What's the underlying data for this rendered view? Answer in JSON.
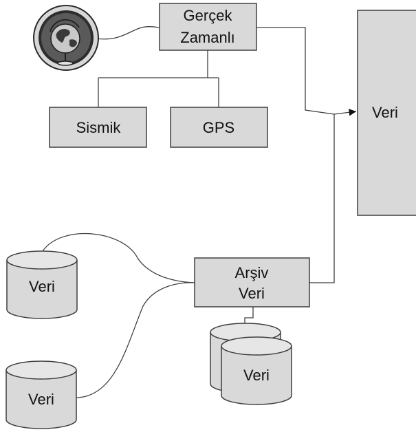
{
  "nodes": {
    "realtime": {
      "line1": "Gerçek",
      "line2": "Zamanlı"
    },
    "seismic": {
      "label": "Sismik"
    },
    "gps": {
      "label": "GPS"
    },
    "data_target": {
      "label": "Veri"
    },
    "archive": {
      "line1": "Arşiv",
      "line2": "Veri"
    },
    "db_left_top": {
      "label": "Veri"
    },
    "db_left_bottom": {
      "label": "Veri"
    },
    "db_archive_stack": {
      "label": "Veri"
    }
  },
  "icons": {
    "globe": "globe-icon"
  }
}
